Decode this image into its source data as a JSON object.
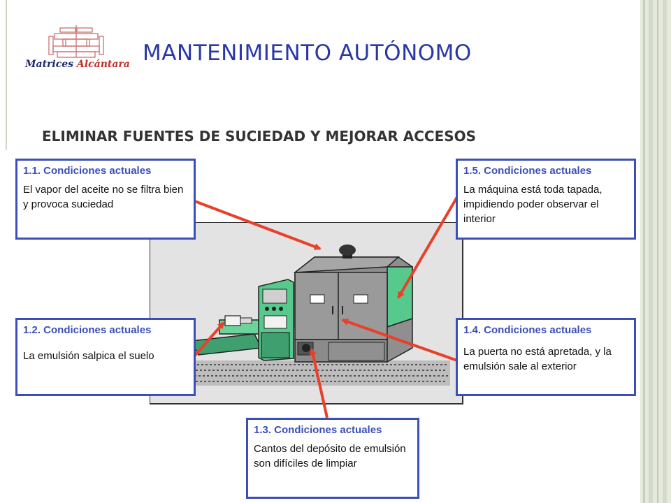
{
  "header": {
    "title": "MANTENIMIENTO AUTÓNOMO",
    "subtitle": "ELIMINAR FUENTES DE SUCIEDAD Y MEJORAR ACCESOS"
  },
  "logo": {
    "word1": "Matrices",
    "word2": "Alcántara",
    "primary_color": "#1f2a6b",
    "accent_color": "#c0302b"
  },
  "callouts": [
    {
      "id": "1.1",
      "heading": "1.1. Condiciones actuales",
      "body": "El vapor del aceite no se filtra bien y provoca suciedad"
    },
    {
      "id": "1.2",
      "heading": "1.2. Condiciones actuales",
      "body": "La emulsión salpica el suelo"
    },
    {
      "id": "1.3",
      "heading": "1.3. Condiciones actuales",
      "body": "Cantos del depósito de emulsión son difíciles de limpiar"
    },
    {
      "id": "1.4",
      "heading": "1.4. Condiciones actuales",
      "body": "La puerta no está apretada, y la emulsión sale al exterior"
    },
    {
      "id": "1.5",
      "heading": "1.5. Condiciones actuales",
      "body": "La máquina está toda tapada, impidiendo poder observar el interior"
    }
  ],
  "colors": {
    "title": "#2a37a8",
    "callout_border": "#3b4fb8",
    "arrow": "#e8402a",
    "machine_green": "#4fc48a"
  }
}
